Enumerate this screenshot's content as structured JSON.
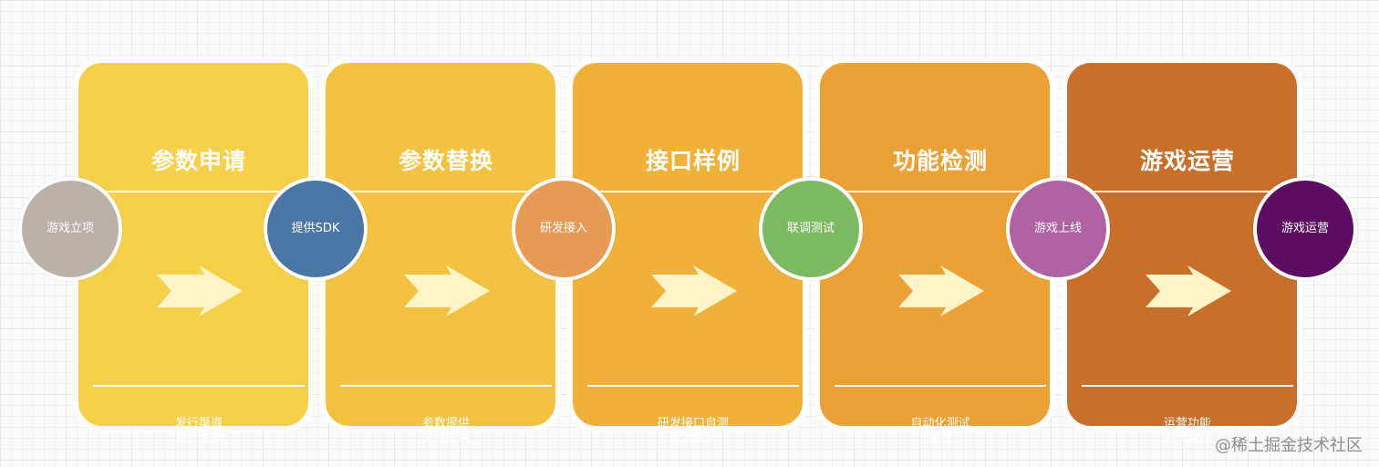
{
  "stages": [
    {
      "title": "参数申请",
      "notes": [
        "发行渠道",
        "发行主体",
        "..."
      ],
      "color": "#f6d04b"
    },
    {
      "title": "参数替换",
      "notes": [
        "参数提供",
        "文档提供",
        "..."
      ],
      "color": "#f3c242"
    },
    {
      "title": "接口样例",
      "notes": [
        "研发接口自测",
        "接入情况",
        "..."
      ],
      "color": "#f0b13b"
    },
    {
      "title": "功能检测",
      "notes": [
        "自动化测试",
        "监控",
        "..."
      ],
      "color": "#eca136"
    },
    {
      "title": "游戏运营",
      "notes": [
        "运营功能",
        "游戏监控",
        "..."
      ],
      "color": "#c76f2b"
    }
  ],
  "nodes": [
    {
      "label": "游戏立项",
      "color": "#bab1a8"
    },
    {
      "label": "提供SDK",
      "color": "#4b76a6"
    },
    {
      "label": "研发接入",
      "color": "#e69b57"
    },
    {
      "label": "联调测试",
      "color": "#7dba63"
    },
    {
      "label": "游戏上线",
      "color": "#b063a2"
    },
    {
      "label": "游戏运营",
      "color": "#5c0d61"
    }
  ],
  "colors": {
    "arrow": "#fff4c8",
    "border": "#ffffff"
  },
  "watermark": "@稀土掘金技术社区"
}
